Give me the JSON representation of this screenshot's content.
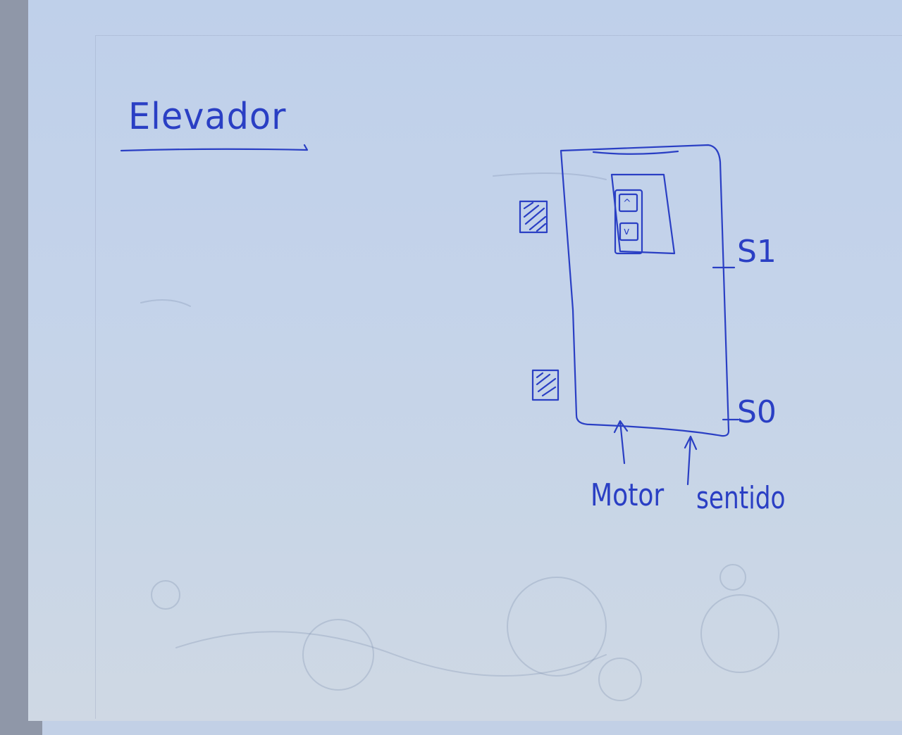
{
  "diagram": {
    "title": "Elevador",
    "sensor_top": "S1",
    "sensor_bottom": "S0",
    "label_motor": "Motor",
    "label_direction": "sentido",
    "button_up_glyph": "^",
    "button_down_glyph": "v"
  },
  "colors": {
    "ink": "#2a3fc4",
    "paper": "#c4d3ea"
  }
}
